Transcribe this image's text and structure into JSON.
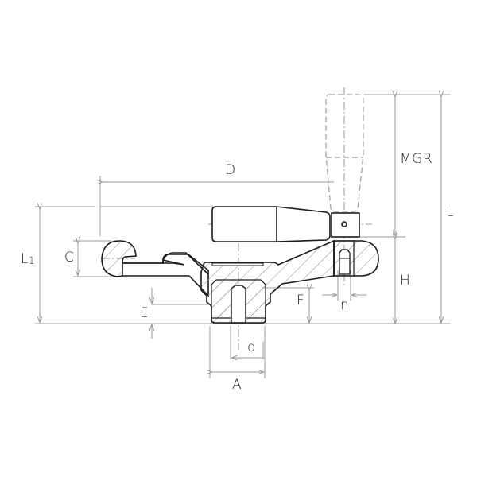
{
  "diagram": {
    "title": "Handwheel with revolving / fold-away handle - dimension drawing",
    "colors": {
      "outline": "#1a1a1a",
      "dimension": "#9a9a9a",
      "hatch": "#8a8a8a",
      "background": "#ffffff"
    },
    "labels": {
      "D": "D",
      "MGR": "MGR",
      "L": "L",
      "L1": "L",
      "L1_sub": "1",
      "C": "C",
      "H": "H",
      "E": "E",
      "F": "F",
      "n": "n",
      "d": "d",
      "A": "A"
    }
  }
}
